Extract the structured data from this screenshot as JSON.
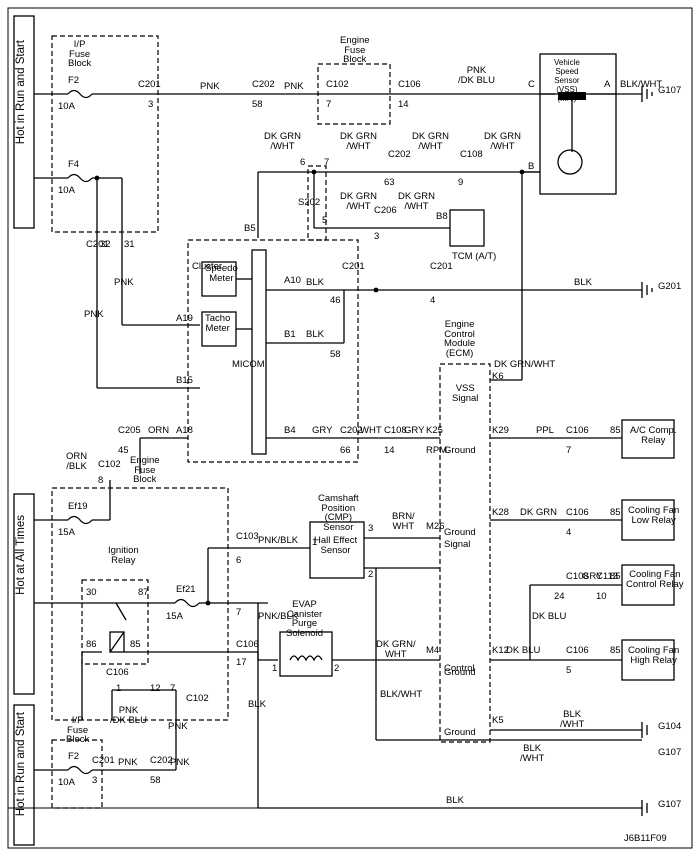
{
  "diagram_id": "J6B11F09",
  "labels": {
    "hot_run_start_top": "Hot in Run and Start",
    "hot_at_all_times": "Hot at All Times",
    "hot_run_start_bottom": "Hot in Run and Start",
    "ip_fuse_block": "I/P\nFuse\nBlock",
    "ip_fuse_block_bottom": "I/P\nFuse\nBlock",
    "engine_fuse_block_top": "Engine\nFuse\nBlock",
    "engine_fuse_block_mid": "Engine\nFuse\nBlock",
    "f2": "F2",
    "f4": "F4",
    "f2_bottom": "F2",
    "fuse_10a_1": "10A",
    "fuse_10a_2": "10A",
    "fuse_10a_3": "10A",
    "ef19": "Ef19",
    "ef21": "Ef21",
    "fuse_15a_1": "15A",
    "fuse_15a_2": "15A",
    "ignition_relay": "Ignition\nRelay",
    "cluster": "Cluster",
    "speedo": "Speedo\nMeter",
    "tacho": "Tacho\nMeter",
    "micom": "MICOM",
    "vss": "Vehicle\nSpeed\nSensor\n(VSS)\n(M/T)",
    "tcm": "TCM (A/T)",
    "cmp_sensor": "Camshaft\nPosition\n(CMP)\nSensor",
    "hall_effect": "Hall Effect\nSensor",
    "evap": "EVAP\nCanister\nPurge\nSolenoid",
    "ecm": "Engine\nControl\nModule\n(ECM)",
    "vss_signal": "VSS\nSignal",
    "rpm": "RPM",
    "signal": "Signal",
    "control": "Control",
    "ground": "Ground",
    "ac_relay": "A/C Comp.\nRelay",
    "cf_low_relay": "Cooling Fan\nLow Relay",
    "cf_control_relay": "Cooling Fan\nControl Relay",
    "cf_high_relay": "Cooling Fan\nHigh Relay",
    "g107": "G107",
    "g201": "G201",
    "g104": "G104"
  },
  "connectors": {
    "c201": "C201",
    "c202": "C202",
    "c102": "C102",
    "c106": "C106",
    "c108": "C108",
    "c206": "C206",
    "c205": "C205",
    "c103": "C103",
    "c113": "C113",
    "s202": "S202"
  },
  "pins": {
    "p3": "3",
    "p58": "58",
    "p7": "7",
    "p14": "14",
    "p6": "6",
    "p5": "5",
    "p9": "9",
    "p63": "63",
    "p32": "32",
    "p31": "31",
    "p46": "46",
    "p4": "4",
    "p45": "45",
    "p8": "8",
    "p66": "66",
    "p14b": "14",
    "p30": "30",
    "p87": "87",
    "p86": "86",
    "p85": "85",
    "p1": "1",
    "p12": "12",
    "p17": "17",
    "p2": "2",
    "b5": "B5",
    "a10": "A10",
    "b1": "B1",
    "a19": "A19",
    "b15": "B15",
    "a18": "A18",
    "b4": "B4",
    "b8": "B8",
    "k6": "K6",
    "k25": "K25",
    "m26": "M26",
    "m4": "M4",
    "k29": "K29",
    "k28": "K28",
    "k12": "K12",
    "k5": "K5",
    "a": "A",
    "b": "B",
    "c": "C",
    "r85": "85",
    "n7": "7",
    "n10": "10",
    "n24": "24",
    "n4": "4"
  },
  "wires": {
    "pnk": "PNK",
    "pnk_dk_blu": "PNK\n/DK BLU",
    "pnk_dk_blu_inline": "PNK\n/DK BLU",
    "blk_wht": "BLK/WHT",
    "blk_wht_stack": "BLK\n/WHT",
    "dk_grn_wht": "DK GRN\n/WHT",
    "dk_grn_wht_inline": "DK GRN/WHT",
    "dk_grn_wht_slash": "DK GRN/\nWHT",
    "blk": "BLK",
    "orn": "ORN",
    "orn_blk": "ORN\n/BLK",
    "gry": "GRY",
    "wht": "WHT",
    "pnk_blk": "PNK/BLK",
    "brn_wht": "BRN/\nWHT",
    "ppl": "PPL",
    "dk_grn": "DK GRN",
    "dk_blu": "DK BLU"
  }
}
